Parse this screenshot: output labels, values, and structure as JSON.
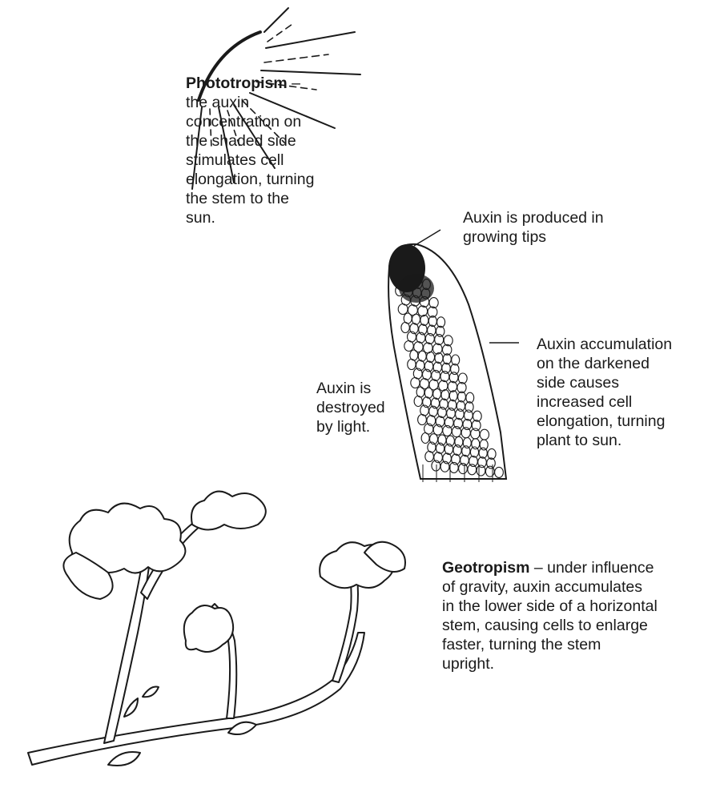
{
  "phototropism": {
    "term": "Phototropism",
    "dash": " –",
    "lines": [
      "the auxin",
      "concentration on",
      "the shaded side",
      "stimulates cell",
      "elongation, turning",
      "the stem to the",
      "sun."
    ]
  },
  "labels": {
    "produced": [
      "Auxin is produced in",
      "growing tips"
    ],
    "destroyed": [
      "Auxin is",
      "destroyed",
      "by light."
    ],
    "accumulation": [
      "Auxin accumulation",
      "on the darkened",
      "side causes",
      "increased cell",
      "elongation, turning",
      "plant to sun."
    ]
  },
  "geotropism": {
    "term": "Geotropism",
    "first_line_rest": " – under influence",
    "lines": [
      "of gravity, auxin accumulates",
      "in the lower side of a horizontal",
      "stem, causing cells to enlarge",
      "faster, turning the stem",
      "upright."
    ]
  }
}
